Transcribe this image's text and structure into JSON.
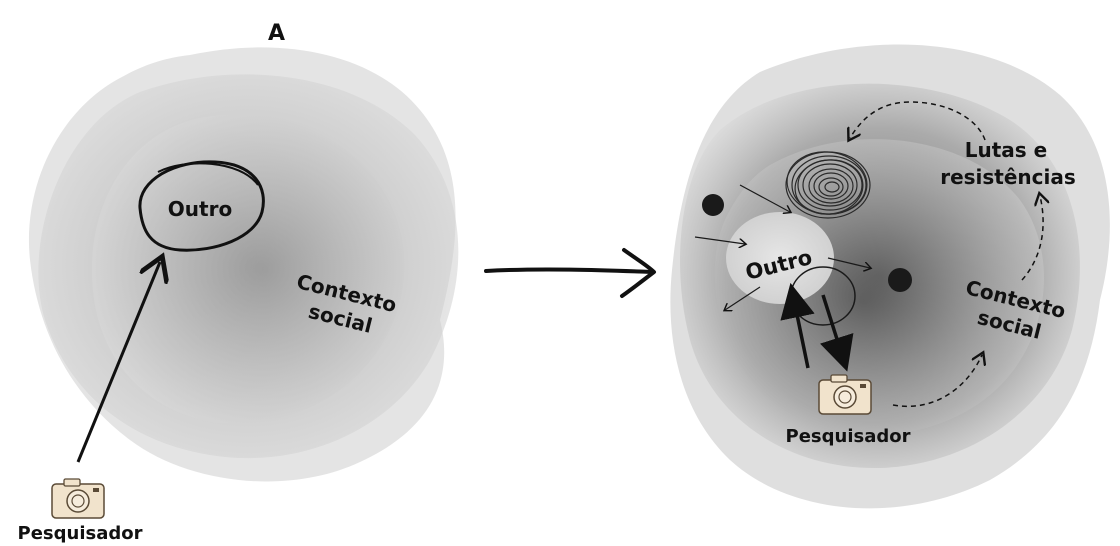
{
  "panel_a": {
    "letter": "A",
    "outro_label": "Outro",
    "contexto_line1": "Contexto",
    "contexto_line2": "social",
    "pesquisador_label": "Pesquisador",
    "camera_icon": "camera-icon"
  },
  "panel_b": {
    "outro_label": "Outro",
    "contexto_line1": "Contexto",
    "contexto_line2": "social",
    "lutas_line1": "Lutas e",
    "lutas_line2": "resistências",
    "pesquisador_label": "Pesquisador",
    "camera_icon": "camera-icon",
    "spiral_icon": "spiral-scribble-icon"
  },
  "transition_arrow_icon": "arrow-right-icon",
  "colors": {
    "ink": "#111111",
    "blob_light": "#dcdcdc",
    "blob_mid": "#b4b4b4",
    "blob_dark": "#7a7a7a",
    "camera_body": "#f1e3cc",
    "camera_stroke": "#5a4a36"
  }
}
